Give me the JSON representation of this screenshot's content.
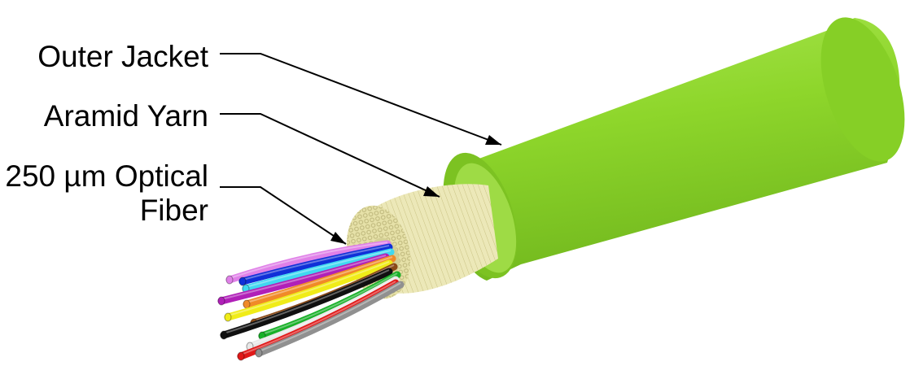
{
  "labels": {
    "outer_jacket": "Outer Jacket",
    "aramid_yarn": "Aramid Yarn",
    "optical_fiber_line1": "250 µm Optical",
    "optical_fiber_line2": "Fiber"
  },
  "colors": {
    "jacket": "#8ed62b",
    "jacket_dark": "#6fb51c",
    "jacket_light": "#a8e550",
    "aramid": "#ece8b8",
    "aramid_dark": "#cfc98e",
    "leader": "#000000"
  },
  "fibers": [
    {
      "name": "violet",
      "color": "#e080e8"
    },
    {
      "name": "blue",
      "color": "#1030d8"
    },
    {
      "name": "aqua",
      "color": "#40d8f0"
    },
    {
      "name": "purple",
      "color": "#b020b8"
    },
    {
      "name": "orange",
      "color": "#f08a28"
    },
    {
      "name": "yellow",
      "color": "#f0ec18"
    },
    {
      "name": "brown",
      "color": "#8a4a18"
    },
    {
      "name": "black",
      "color": "#101010"
    },
    {
      "name": "green",
      "color": "#18b028"
    },
    {
      "name": "white",
      "color": "#e8e8e8"
    },
    {
      "name": "red",
      "color": "#e01818"
    },
    {
      "name": "slate",
      "color": "#909090"
    }
  ]
}
